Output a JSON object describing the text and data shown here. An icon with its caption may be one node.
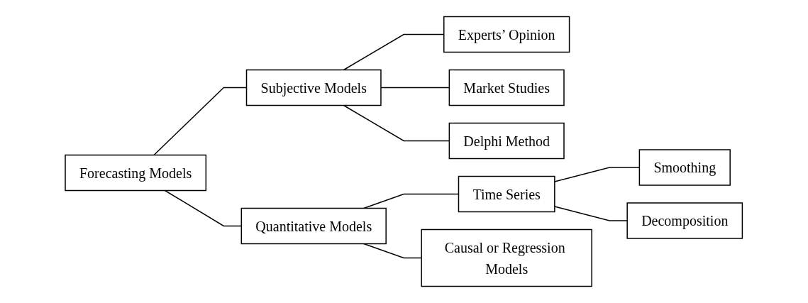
{
  "diagram": {
    "nodes": [
      {
        "text": [
          "Forecasting Models"
        ]
      },
      {
        "text": [
          "Subjective Models"
        ]
      },
      {
        "text": [
          "Experts’ Opinion"
        ]
      },
      {
        "text": [
          "Market Studies"
        ]
      },
      {
        "text": [
          "Delphi Method"
        ]
      },
      {
        "text": [
          "Quantitative Models"
        ]
      },
      {
        "text": [
          "Time Series"
        ]
      },
      {
        "text": [
          "Smoothing"
        ]
      },
      {
        "text": [
          "Decomposition"
        ]
      },
      {
        "text": [
          "Causal or Regression Models"
        ]
      }
    ],
    "edges": [
      {
        "from": 0,
        "to": 1,
        "arrow": "none"
      },
      {
        "from": 0,
        "to": 5,
        "arrow": "none"
      },
      {
        "from": 1,
        "to": 2,
        "arrow": "none"
      },
      {
        "from": 1,
        "to": 3,
        "arrow": "none"
      },
      {
        "from": 1,
        "to": 4,
        "arrow": "none"
      },
      {
        "from": 5,
        "to": 6,
        "arrow": "none"
      },
      {
        "from": 5,
        "to": 9,
        "arrow": "none"
      },
      {
        "from": 6,
        "to": 7,
        "arrow": "none"
      },
      {
        "from": 6,
        "to": 8,
        "arrow": "none"
      }
    ]
  }
}
